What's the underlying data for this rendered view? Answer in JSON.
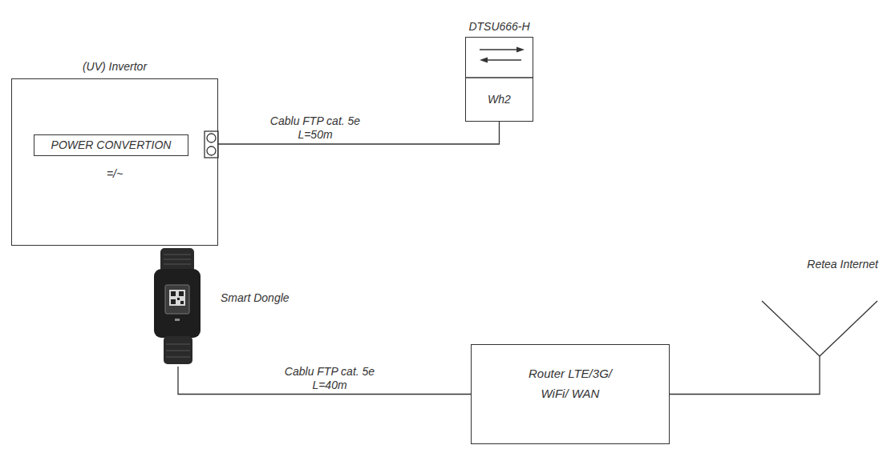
{
  "diagram": {
    "nodes": [
      {
        "text": [
          "(UV) Invertor",
          "=/~"
        ]
      },
      {
        "text": [
          "POWER CONVERTION"
        ],
        "in": 0
      },
      {
        "text": [
          "DTSU666-H",
          "Wh2"
        ]
      },
      {
        "text": [
          "Smart Dongle"
        ]
      },
      {
        "text": [
          "Router LTE/3G/ WiFi/ WAN"
        ]
      },
      {
        "text": [
          "Retea Internet"
        ]
      }
    ],
    "edges": [
      {
        "from": 0,
        "to": 2,
        "label": "Cablu FTP cat. 5e L=50m",
        "arrow": "none"
      },
      {
        "from": 3,
        "to": 4,
        "label": "Cablu FTP cat. 5e L=40m",
        "arrow": "none"
      },
      {
        "from": 4,
        "to": 5,
        "arrow": "none"
      }
    ]
  }
}
